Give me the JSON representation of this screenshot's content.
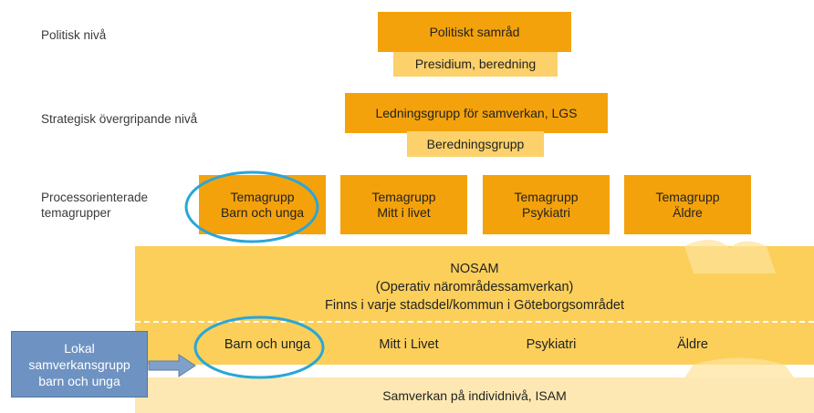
{
  "levels": {
    "political": "Politisk nivå",
    "strategic": "Strategisk övergripande nivå",
    "process": "Processorienterade\ntemagrupper"
  },
  "political": {
    "main": "Politiskt samråd",
    "sub": "Presidium, beredning"
  },
  "strategic": {
    "main": "Ledningsgrupp för samverkan, LGS",
    "sub": "Beredningsgrupp"
  },
  "theme_groups": [
    "Temagrupp\nBarn och unga",
    "Temagrupp\nMitt i livet",
    "Temagrupp\nPsykiatri",
    "Temagrupp\nÄldre"
  ],
  "nosam": {
    "title": "NOSAM",
    "subtitle": "(Operativ närområdessamverkan)",
    "description": "Finns i varje stadsdel/kommun i Göteborgsområdet"
  },
  "local_groups": [
    "Barn och unga",
    "Mitt i Livet",
    "Psykiatri",
    "Äldre"
  ],
  "isam": "Samverkan på individnivå, ISAM",
  "callout": "Lokal\nsamverkansgrupp\nbarn och unga",
  "colors": {
    "dark_orange": "#f4a20b",
    "light_orange": "#fcd06a",
    "nosam_band": "#fbcf5a",
    "isam_band": "#fde8b3",
    "highlight_ring": "#2aa6d8",
    "callout_fill": "#6e93c2"
  }
}
